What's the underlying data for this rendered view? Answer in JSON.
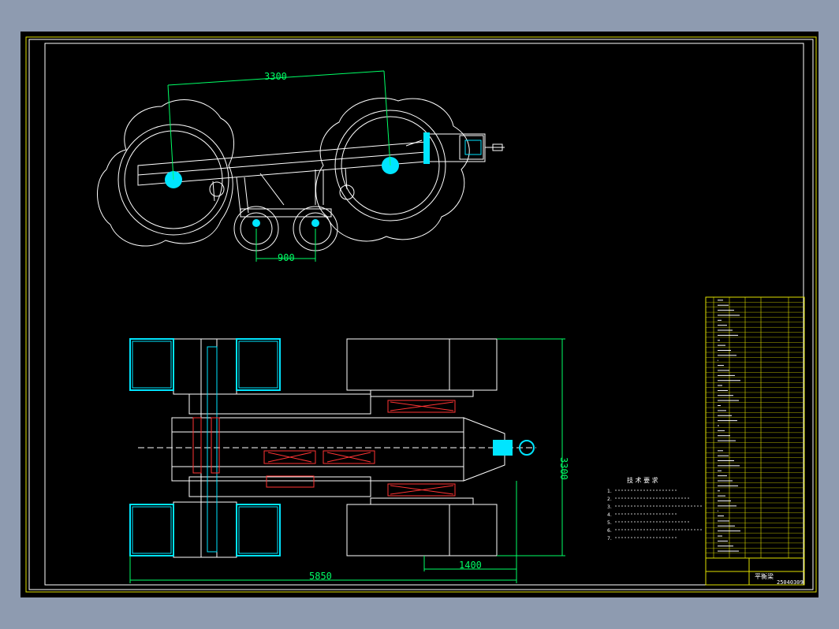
{
  "drawing": {
    "dimensions": {
      "wheelbase_top": "3300",
      "support_wheel_spacing": "900",
      "overall_length": "5850",
      "track_offset": "1400",
      "overall_width": "3300"
    },
    "notes_title": "技 术 要 求",
    "notes": [
      "1.",
      "2.",
      "3.",
      "4.",
      "5.",
      "6.",
      "7."
    ],
    "title_block": {
      "name": "平衡梁",
      "drawing_number": "25040309"
    },
    "colors": {
      "background": "#000000",
      "lines": "#ffffff",
      "dimensions": "#00ff66",
      "highlight": "#00ffff",
      "springs": "#ff3333",
      "border": "#ffff00"
    }
  }
}
